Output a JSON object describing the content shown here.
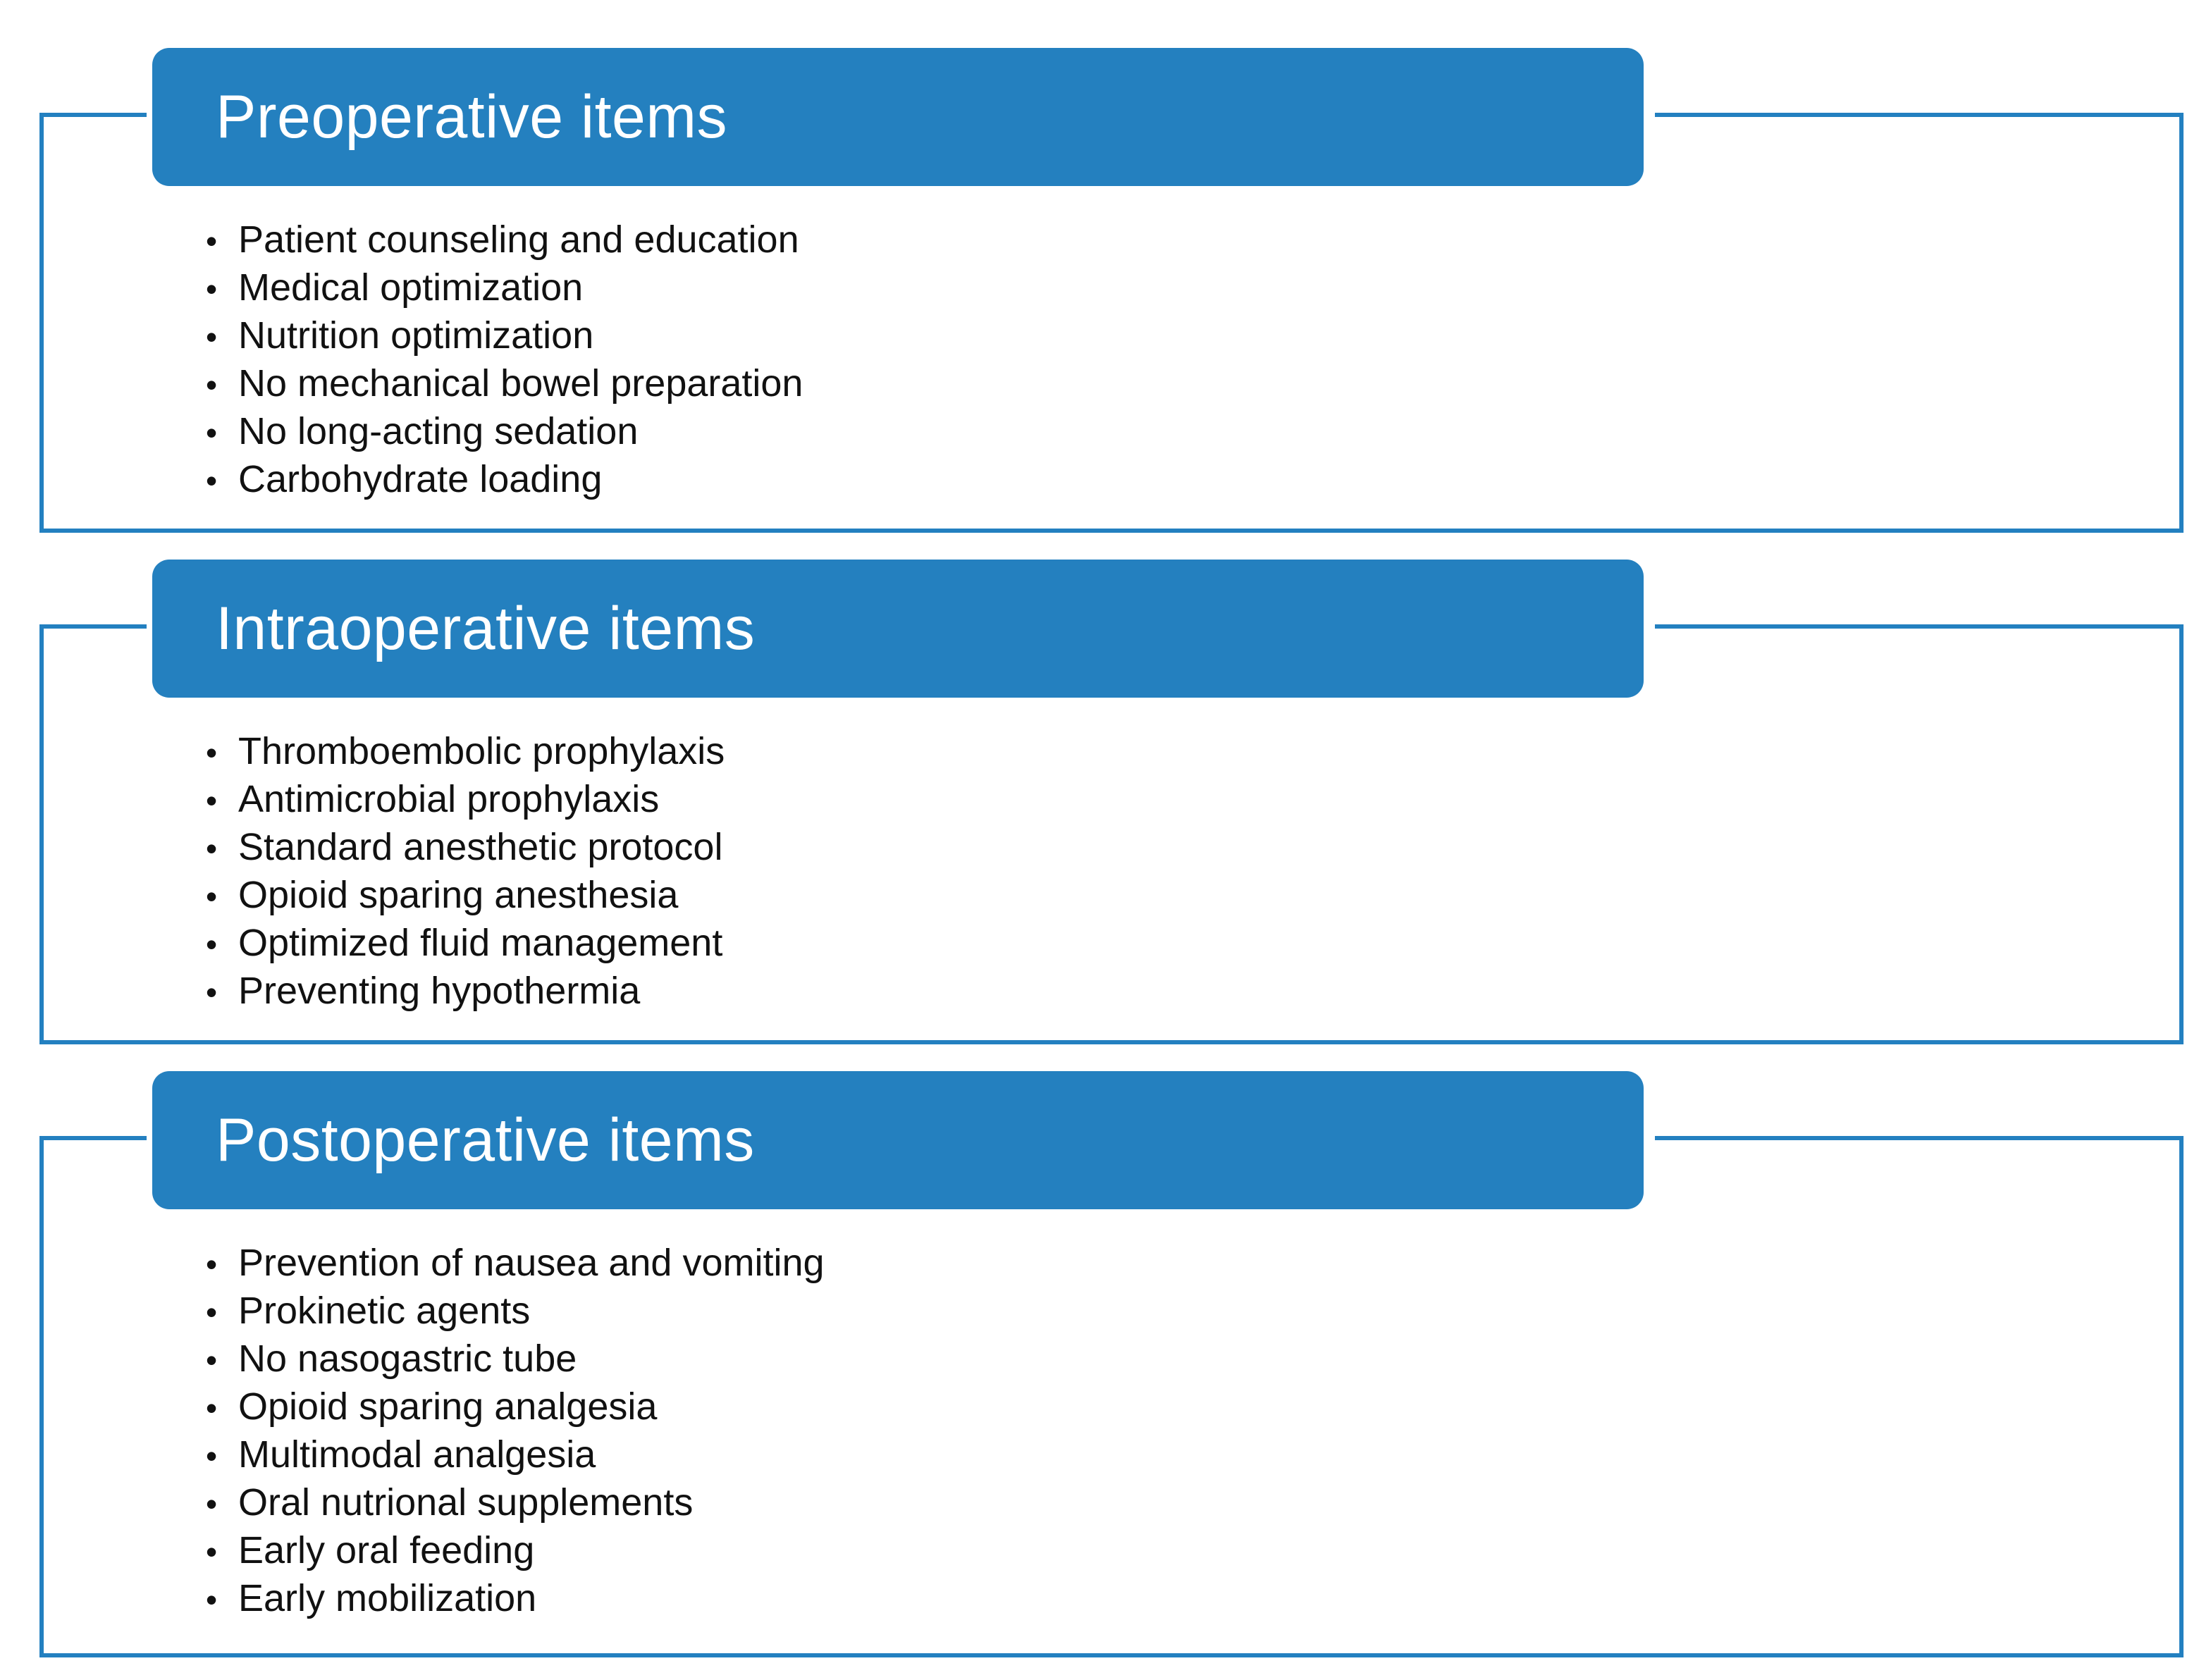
{
  "colors": {
    "header_fill": "#2480bf",
    "frame_stroke": "#2380c0",
    "header_text": "#ffffff",
    "item_text": "#111111"
  },
  "bullet_glyph": "•",
  "sections": [
    {
      "title": "Preoperative items",
      "items": [
        "Patient counseling and education",
        "Medical optimization",
        "Nutrition optimization",
        "No mechanical bowel preparation",
        "No long-acting sedation",
        "Carbohydrate loading"
      ]
    },
    {
      "title": "Intraoperative items",
      "items": [
        "Thromboembolic prophylaxis",
        "Antimicrobial prophylaxis",
        "Standard anesthetic protocol",
        "Opioid sparing anesthesia",
        "Optimized fluid management",
        "Preventing hypothermia"
      ]
    },
    {
      "title": "Postoperative items",
      "items": [
        "Prevention of nausea and vomiting",
        "Prokinetic agents",
        "No nasogastric tube",
        "Opioid sparing analgesia",
        "Multimodal analgesia",
        "Oral nutrional supplements",
        "Early oral feeding",
        "Early mobilization"
      ]
    }
  ]
}
